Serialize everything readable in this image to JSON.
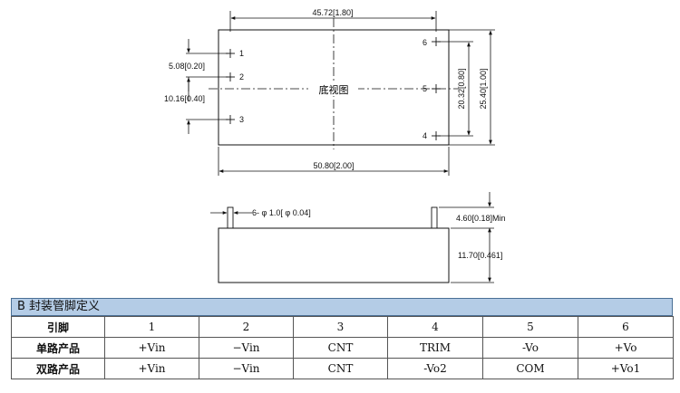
{
  "dimensions": {
    "top_width": "45.72[1.80]",
    "pitch_left": "5.08[0.20]",
    "pitch_left2": "10.16[0.40]",
    "inner_height": "20.32[0.80]",
    "outer_height": "25.40[1.00]",
    "body_width": "50.80[2.00]",
    "pin_diameter": "6- φ 1.0[ φ 0.04]",
    "pin_length": "4.60[0.18]Min",
    "body_height": "11.70[0.461]"
  },
  "view_label": "底视图",
  "pin_marks": [
    "1",
    "2",
    "3",
    "6",
    "5",
    "4"
  ],
  "table": {
    "title": "B 封装管脚定义",
    "header_label": "引脚",
    "pins": [
      "1",
      "2",
      "3",
      "4",
      "5",
      "6"
    ],
    "rows": [
      {
        "label": "单路产品",
        "cells": [
          "+Vin",
          "−Vin",
          "CNT",
          "TRIM",
          "-Vo",
          "+Vo"
        ]
      },
      {
        "label": "双路产品",
        "cells": [
          "+Vin",
          "−Vin",
          "CNT",
          "-Vo2",
          "COM",
          "+Vo1"
        ]
      }
    ]
  }
}
